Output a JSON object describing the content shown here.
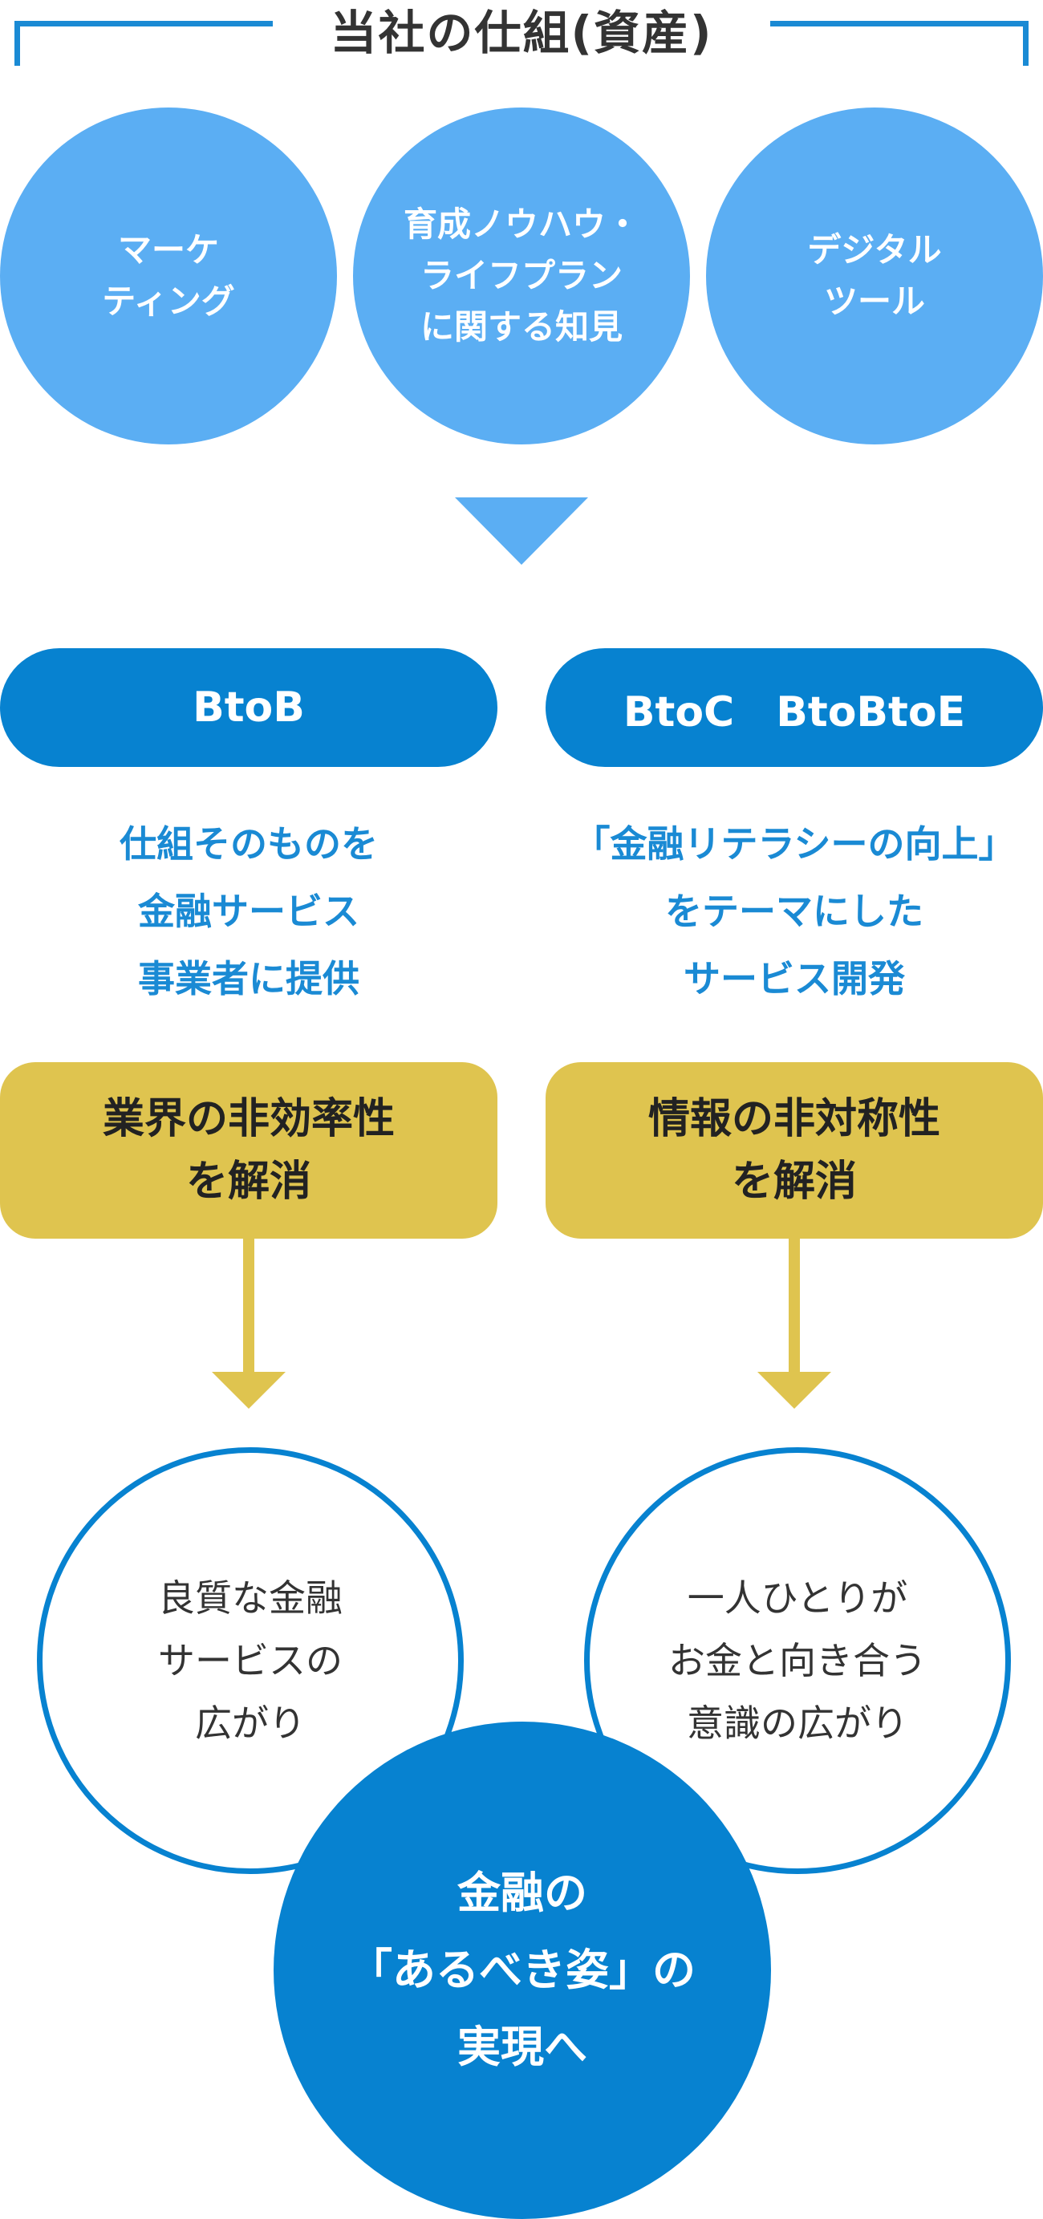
{
  "header": {
    "title": "当社の仕組(資産)"
  },
  "assets": [
    {
      "lines": [
        "マーケ",
        "ティング"
      ]
    },
    {
      "lines": [
        "育成ノウハウ・",
        "ライフプラン",
        "に関する知見"
      ]
    },
    {
      "lines": [
        "デジタル",
        "ツール"
      ]
    }
  ],
  "columns": [
    {
      "pill_label": "BtoB",
      "description_lines": [
        "仕組そのものを",
        "金融サービス",
        "事業者に提供"
      ],
      "problem_lines": [
        "業界の非効率性",
        "を解消"
      ],
      "outcome_lines": [
        "良質な金融",
        "サービスの",
        "広がり"
      ]
    },
    {
      "pill_label": "BtoC　BtoBtoE",
      "description_lines": [
        "「金融リテラシーの向上」",
        "をテーマにした",
        "サービス開発"
      ],
      "problem_lines": [
        "情報の非対称性",
        "を解消"
      ],
      "outcome_lines": [
        "一人ひとりが",
        "お金と向き合う",
        "意識の広がり"
      ]
    }
  ],
  "goal": {
    "lines": [
      "金融の",
      "「あるべき姿」の",
      "実現へ"
    ]
  },
  "colors": {
    "primary_blue": "#0782d0",
    "light_blue": "#5baef3",
    "gold": "#dfc44f",
    "title_text": "#333333"
  }
}
